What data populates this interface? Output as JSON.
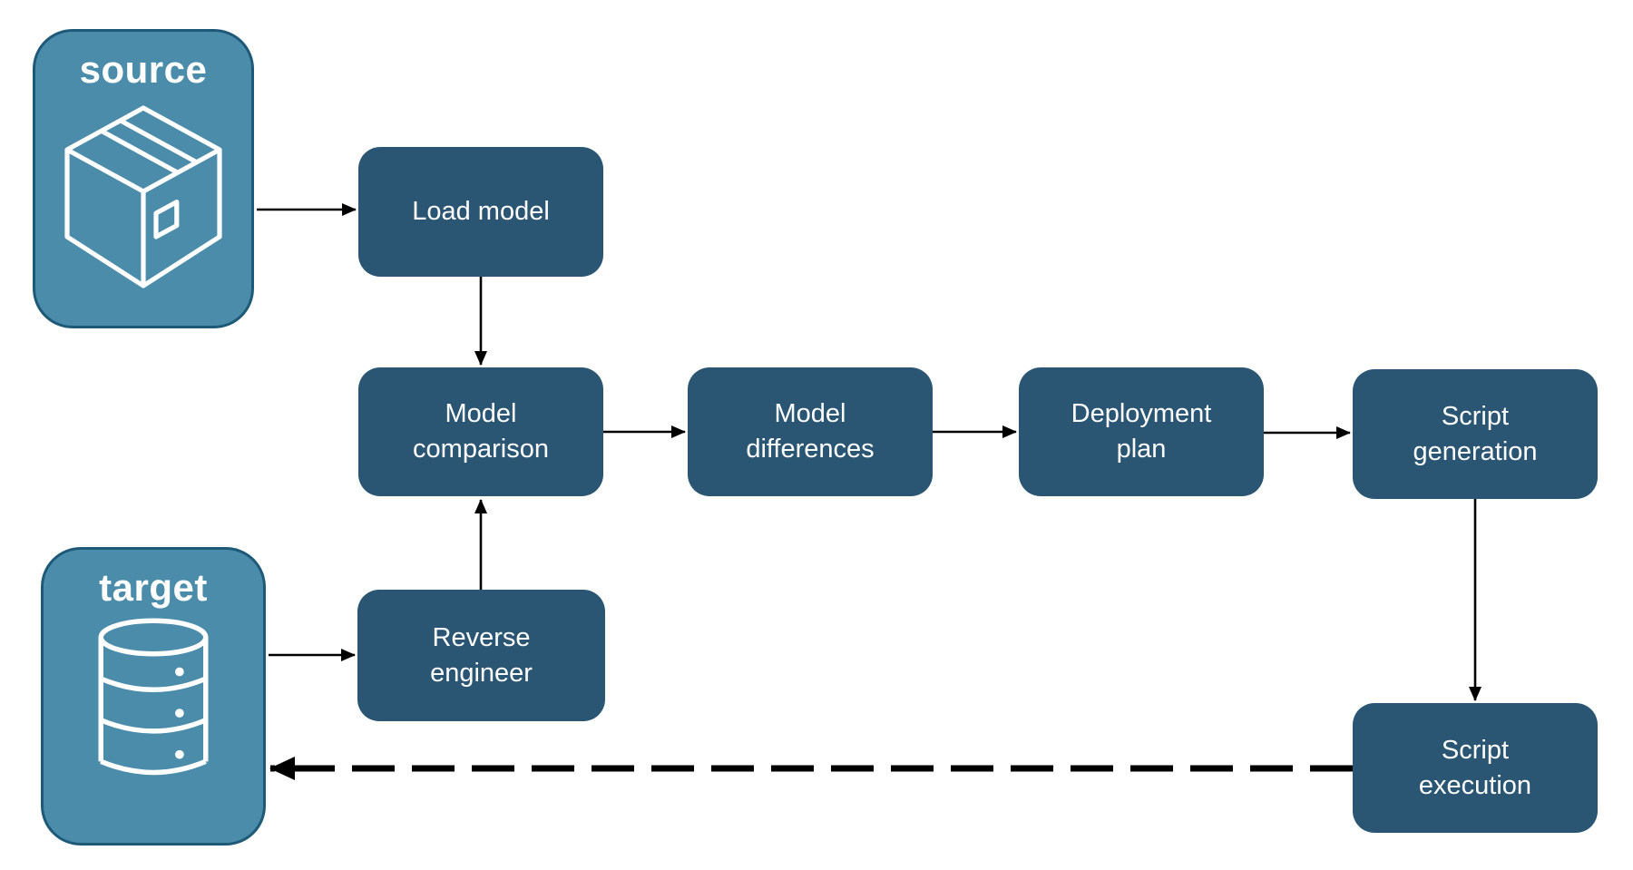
{
  "diagram": {
    "type": "flowchart",
    "background": "#ffffff",
    "colors": {
      "process_fill": "#2A5674",
      "endpoint_fill": "#4A8CAA",
      "endpoint_border": "#1E5A78",
      "label_text": "#ffffff",
      "arrow": "#000000"
    },
    "endpoints": {
      "source": {
        "label": "source",
        "icon": "package-icon"
      },
      "target": {
        "label": "target",
        "icon": "database-icon"
      }
    },
    "processes": {
      "load_model": {
        "label": "Load model"
      },
      "model_comparison": {
        "label": "Model comparison"
      },
      "model_differences": {
        "label": "Model differences"
      },
      "deployment_plan": {
        "label": "Deployment plan"
      },
      "script_generation": {
        "label": "Script generation"
      },
      "reverse_engineer": {
        "label": "Reverse engineer"
      },
      "script_execution": {
        "label": "Script execution"
      }
    },
    "edges": [
      {
        "from": "source",
        "to": "load_model",
        "style": "solid"
      },
      {
        "from": "load_model",
        "to": "model_comparison",
        "style": "solid"
      },
      {
        "from": "model_comparison",
        "to": "model_differences",
        "style": "solid"
      },
      {
        "from": "model_differences",
        "to": "deployment_plan",
        "style": "solid"
      },
      {
        "from": "deployment_plan",
        "to": "script_generation",
        "style": "solid"
      },
      {
        "from": "target",
        "to": "reverse_engineer",
        "style": "solid"
      },
      {
        "from": "reverse_engineer",
        "to": "model_comparison",
        "style": "solid"
      },
      {
        "from": "script_generation",
        "to": "script_execution",
        "style": "solid"
      },
      {
        "from": "script_execution",
        "to": "target",
        "style": "dashed"
      }
    ]
  }
}
